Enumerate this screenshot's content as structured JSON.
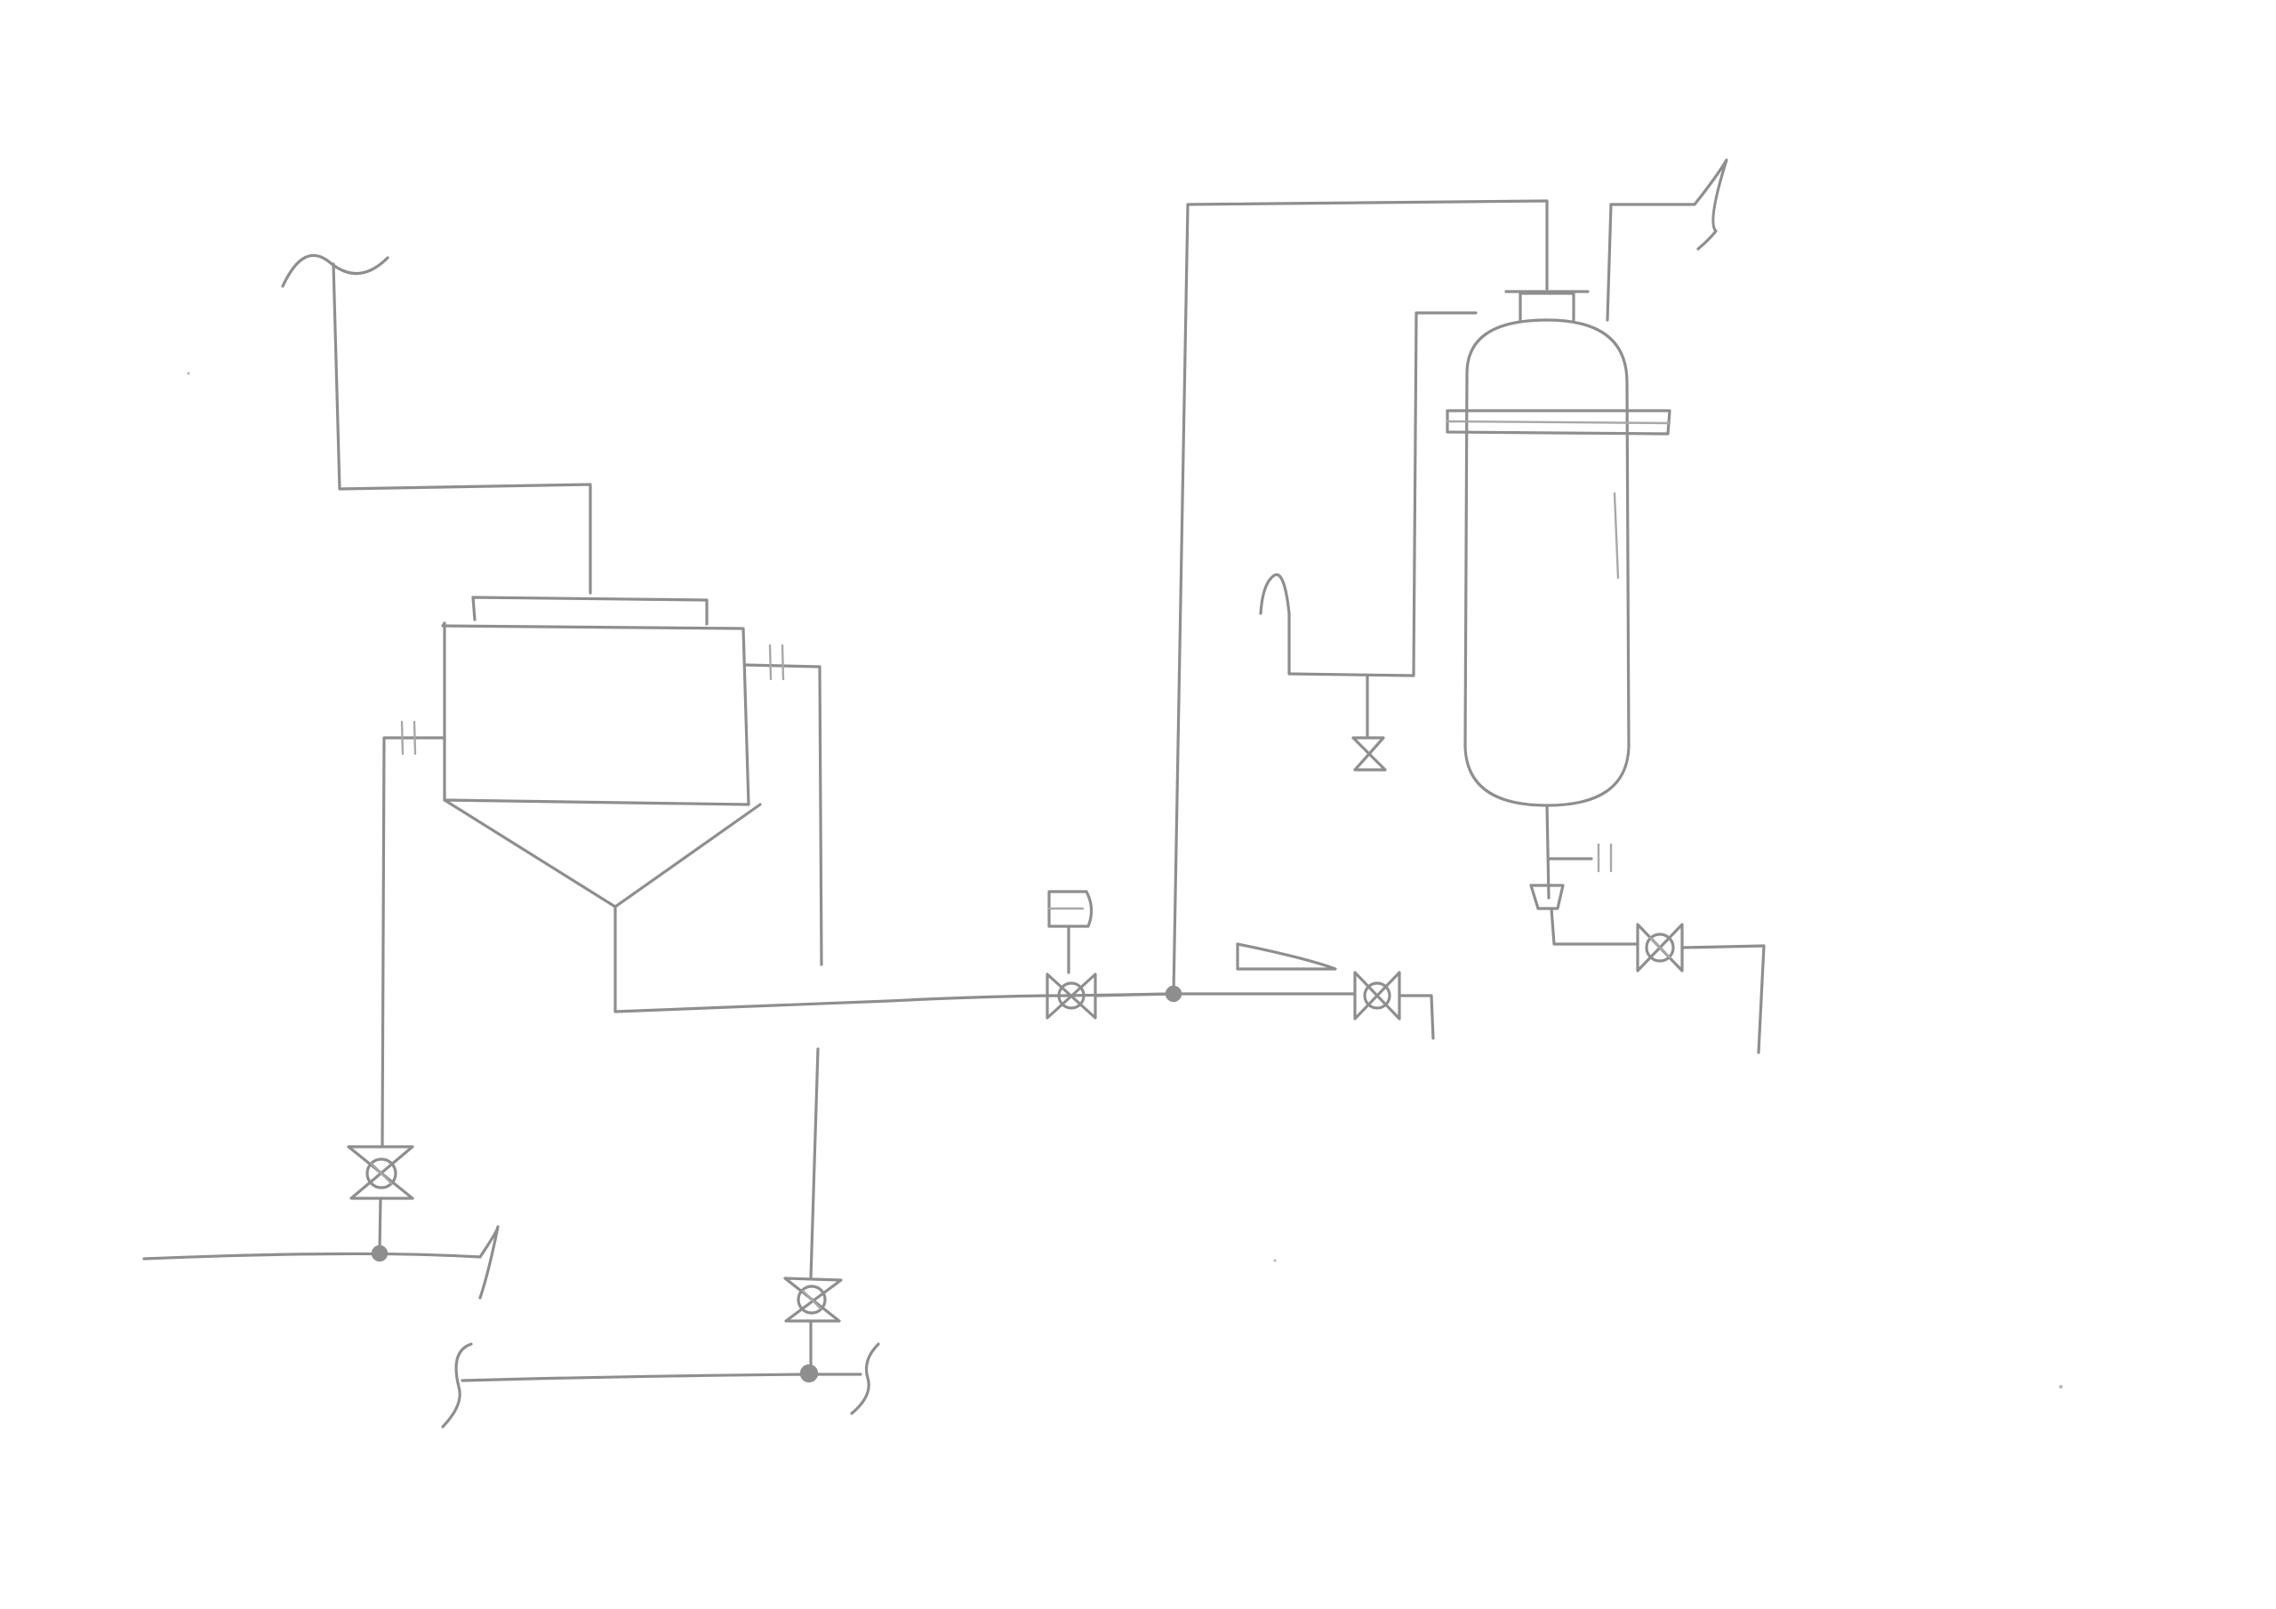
{
  "diagram": {
    "type": "hand-drawn piping and instrumentation sketch",
    "colors": {
      "background": "#ffffff",
      "pencil": "#8e8e8e",
      "pencil_light": "#a8a8a8"
    },
    "components": [
      {
        "kind": "vessel",
        "shape": "cylindrical tank with conical bottom"
      },
      {
        "kind": "vessel",
        "shape": "vertical column with rounded heads"
      },
      {
        "kind": "valve",
        "variant": "gate valve with actuator"
      },
      {
        "kind": "valve",
        "variant": "gate valve",
        "count": 2
      },
      {
        "kind": "valve",
        "variant": "ball valve",
        "count": 4
      },
      {
        "kind": "valve",
        "variant": "check valve"
      },
      {
        "kind": "flange",
        "count": 4
      },
      {
        "kind": "reducer"
      },
      {
        "kind": "line-break",
        "count": 7
      }
    ]
  }
}
